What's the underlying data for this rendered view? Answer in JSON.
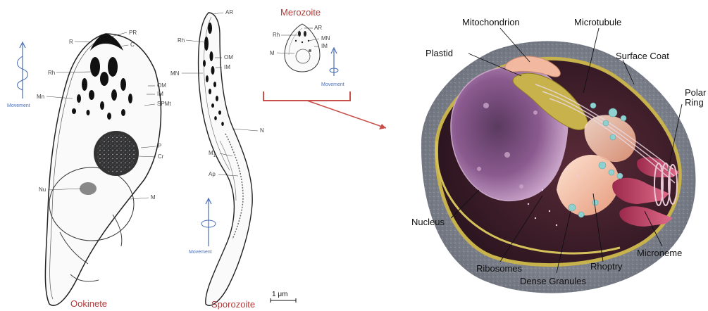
{
  "stages": {
    "ookinete": "Ookinete",
    "sporozoite": "Sporozoite",
    "merozoite": "Merozoite"
  },
  "ookinete_labels": {
    "PR": "PR",
    "R": "R",
    "C": "C",
    "Rh": "Rh",
    "Mn": "Mn",
    "OM": "OM",
    "IM": "IM",
    "SPMt": "SPMt",
    "P": "P",
    "Cr": "Cr",
    "Nu": "Nu",
    "M": "M"
  },
  "sporozoite_labels": {
    "AR": "AR",
    "Rh": "Rh",
    "OM": "OM",
    "IM": "IM",
    "MN": "MN",
    "N": "N",
    "M1": "M",
    "M1_sub": "1",
    "Ap": "Ap"
  },
  "merozoite_labels": {
    "AR": "AR",
    "Rh": "Rh",
    "MN": "MN",
    "IM": "IM",
    "M": "M"
  },
  "movement": {
    "label": "Movement"
  },
  "scale_bar": "1 μm",
  "right_labels": {
    "mitochondrion": "Mitochondrion",
    "microtubule": "Microtubule",
    "plastid": "Plastid",
    "surface_coat": "Surface Coat",
    "polar_ring_1": "Polar",
    "polar_ring_2": "Ring",
    "nucleus": "Nucleus",
    "ribosomes": "Ribosomes",
    "dense_granules": "Dense Granules",
    "rhoptry": "Rhoptry",
    "microneme": "Microneme"
  },
  "colors": {
    "stage_name": "#b23a3a",
    "movement": "#4a6fb5",
    "arrow": "#c9504a",
    "nucleus": "#7a4d7e",
    "rhoptry": "#f0b497",
    "microneme": "#c94a6a",
    "plastid": "#c7b24b",
    "surface_coat": "#8a8e99"
  }
}
